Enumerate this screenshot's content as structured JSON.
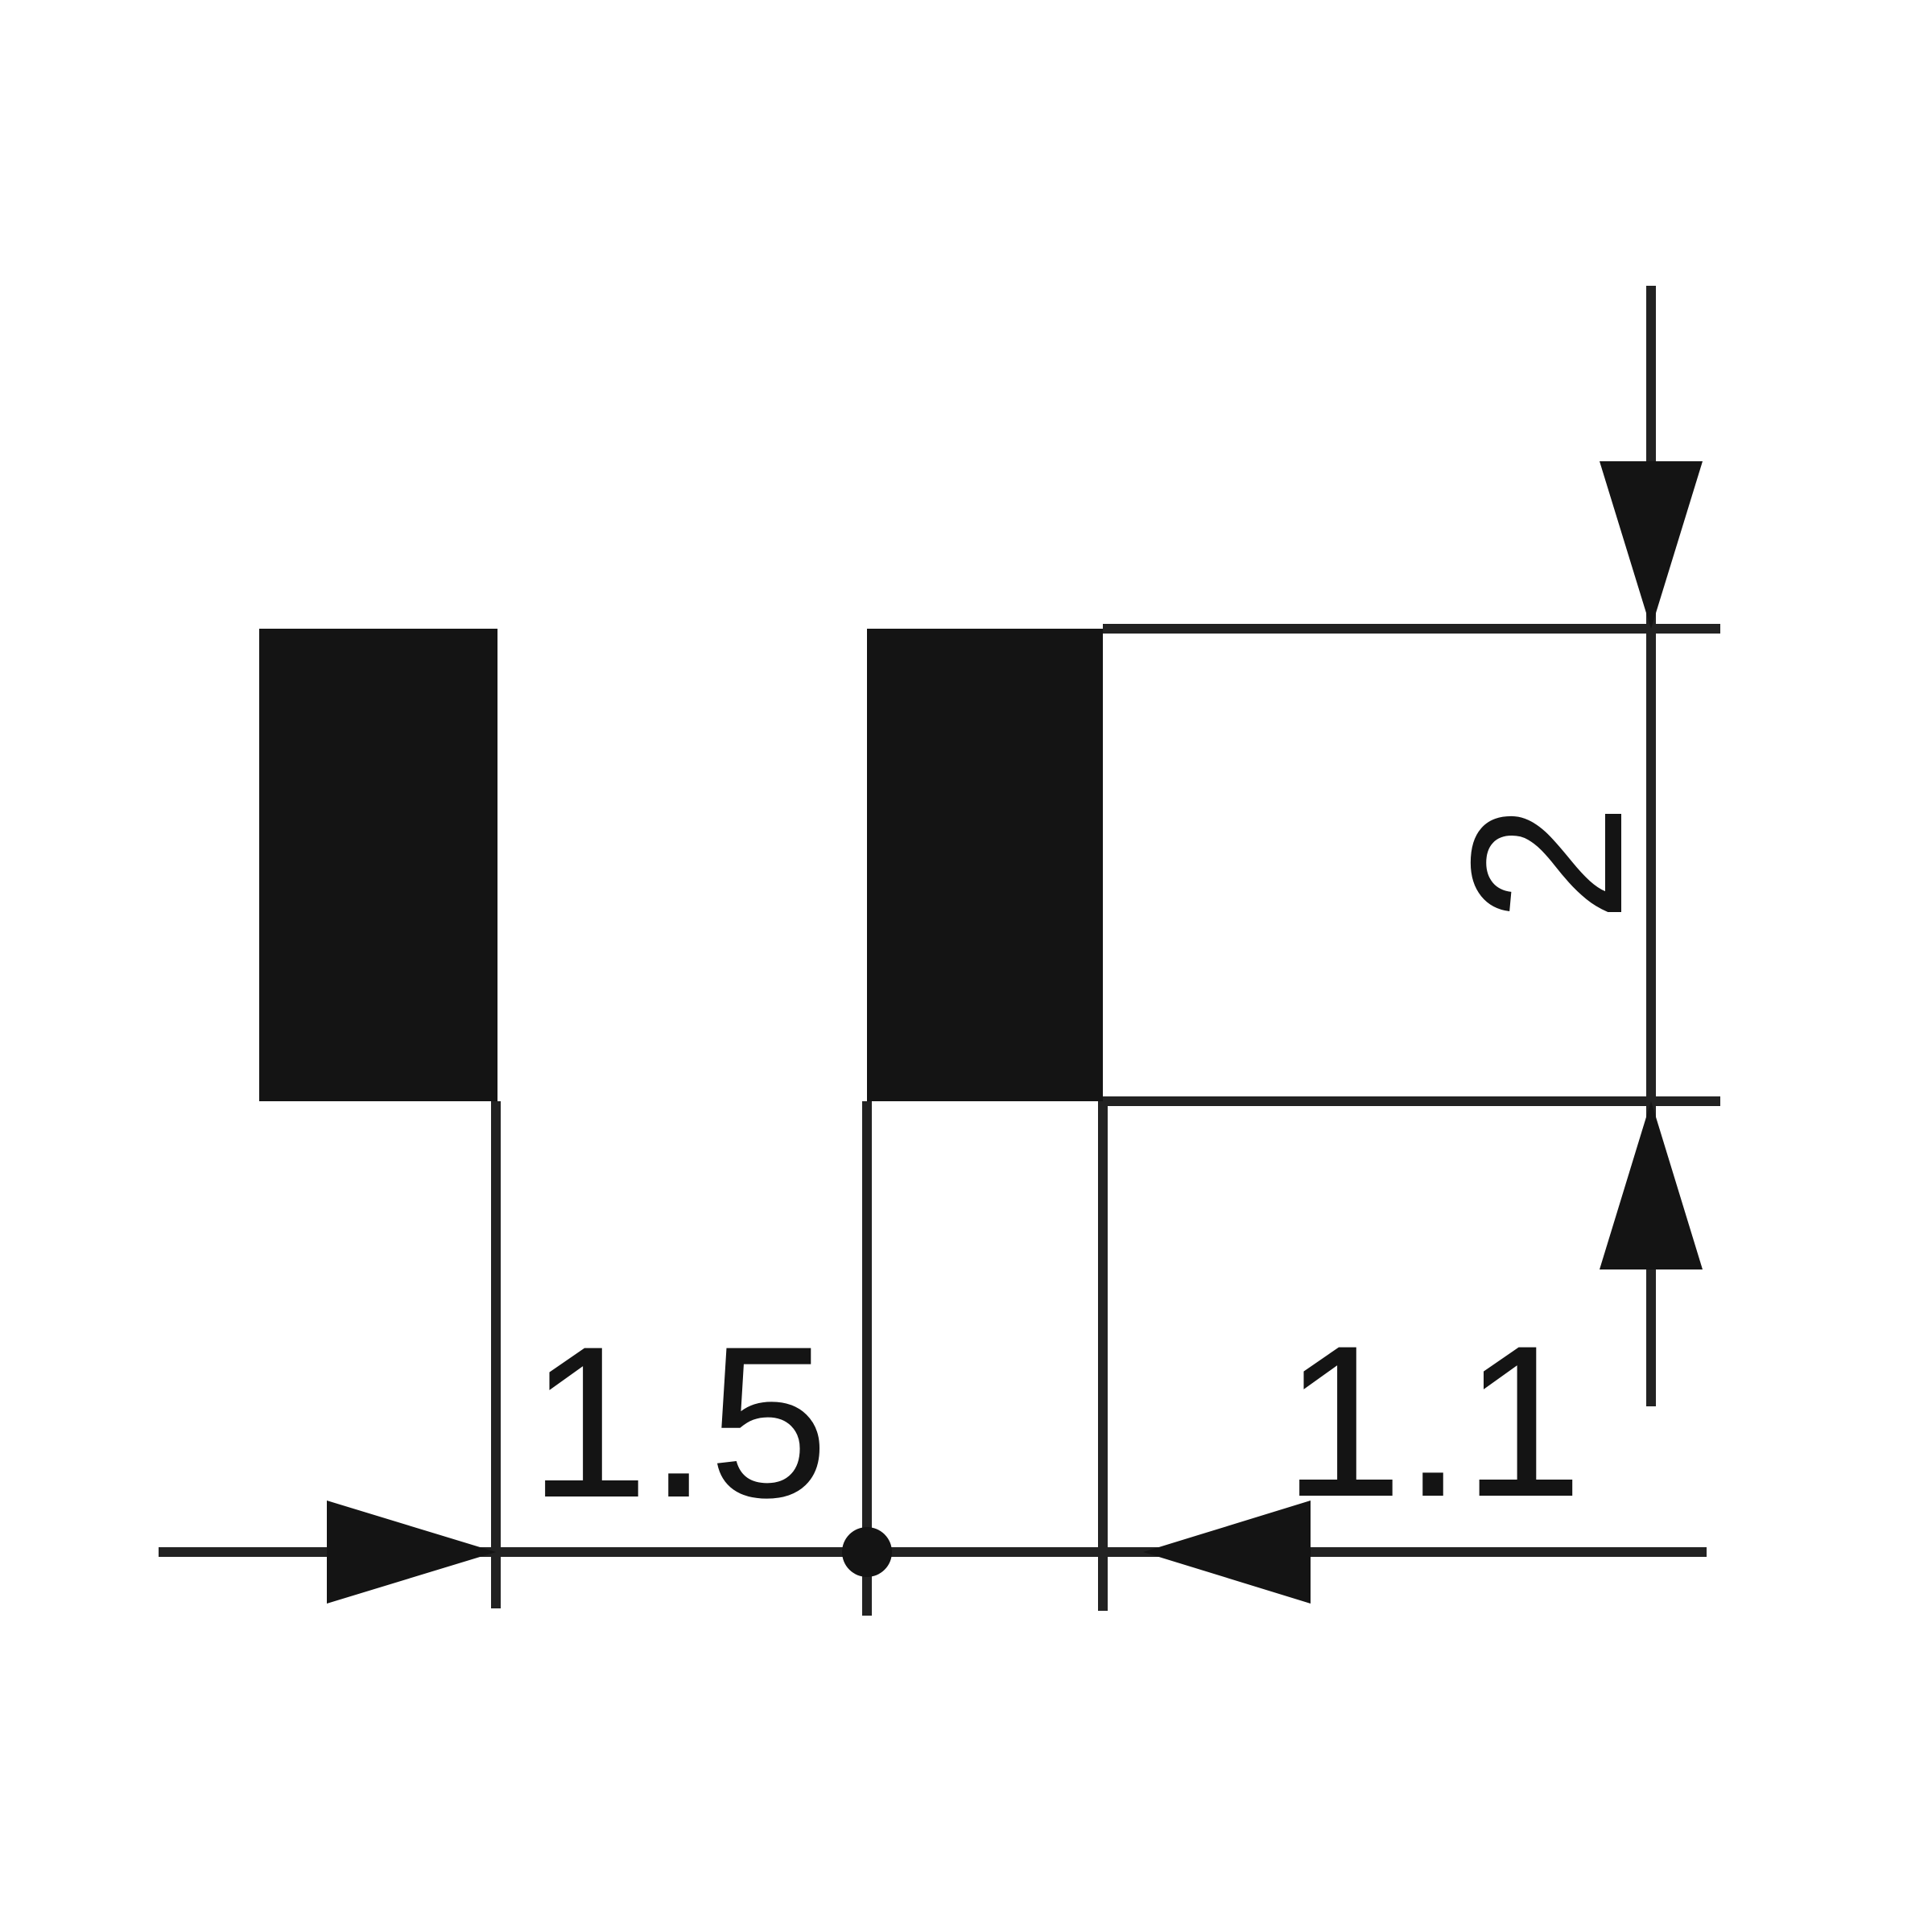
{
  "drawing": {
    "type": "technical-dimension-diagram",
    "background_color": "#ffffff",
    "ink_color": "#141414",
    "line_color": "#222222",
    "dimensions": {
      "pad_gap_label": "1.5",
      "pad_offset_label": "1.1",
      "pad_height_label": "2"
    }
  }
}
